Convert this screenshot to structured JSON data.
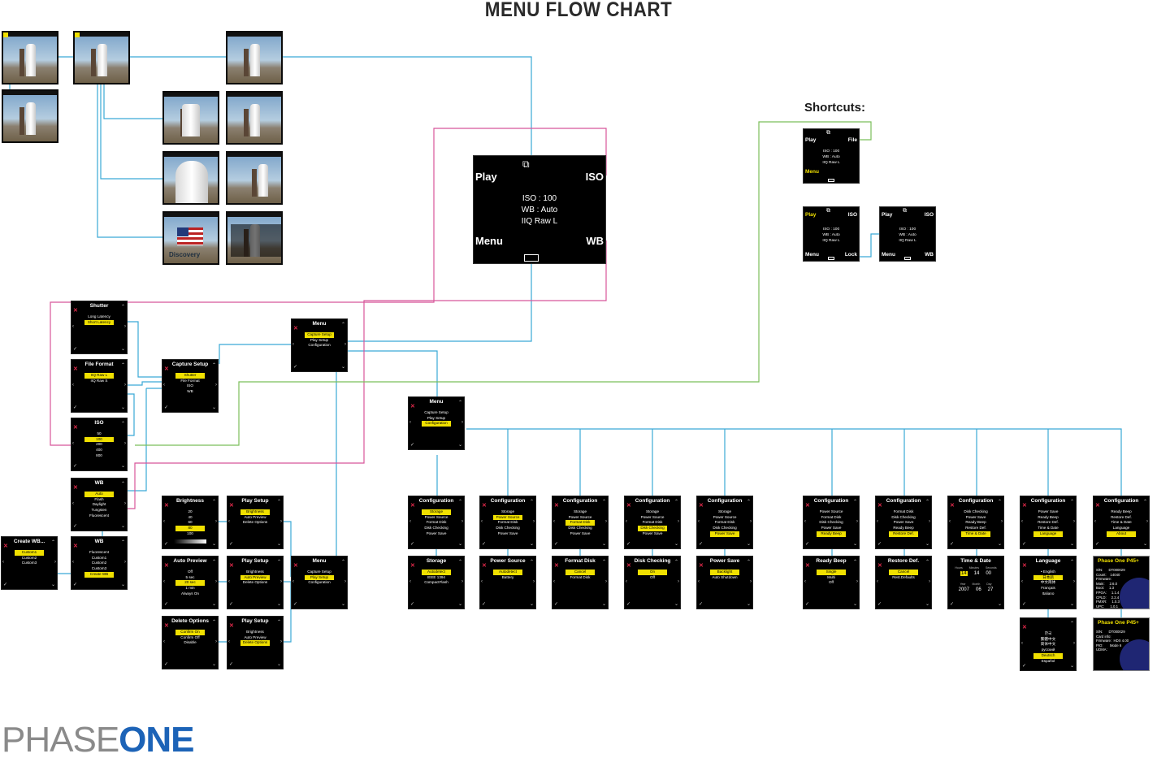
{
  "title": "MENU FLOW CHART",
  "shortcuts_title": "Shortcuts:",
  "logo": {
    "part1": "PHASE",
    "part2": "ONE"
  },
  "main_screen": {
    "top_left": "Play",
    "top_right": "ISO",
    "bottom_left": "Menu",
    "bottom_right": "WB",
    "lines": [
      "ISO : 100",
      "WB : Auto",
      "IIQ Raw L"
    ],
    "camera_icon": "camera-icon",
    "battery_icon": "battery-icon"
  },
  "shortcut_screens": [
    {
      "top_left": "Play",
      "top_right": "File",
      "bottom_left": "Menu",
      "bottom_right": "",
      "lines": [
        "ISO : 100",
        "WB : Auto",
        "IIQ Raw L"
      ]
    },
    {
      "top_left": "Play",
      "top_right": "ISO",
      "bottom_left": "Menu",
      "bottom_right": "Lock",
      "lines": [
        "ISO : 100",
        "WB : Auto",
        "IIQ Raw L"
      ]
    },
    {
      "top_left": "Play",
      "top_right": "ISO",
      "bottom_left": "Menu",
      "bottom_right": "WB",
      "lines": [
        "ISO : 100",
        "WB : Auto",
        "IIQ Raw L"
      ]
    }
  ],
  "photo_thumbnails": [
    "shuttle-photo",
    "shuttle-photo",
    "shuttle-photo",
    "shuttle-photo",
    "shuttle-photo",
    "shuttle-photo",
    "shuttle-photo",
    "shuttle-closeup-photo",
    "shuttle-photo",
    "flag-photo",
    "shuttle-info-photo"
  ],
  "photo_caption": "Discovery",
  "screens": [
    {
      "id": "shutter",
      "title": "Shutter",
      "items": [
        "Long Latency",
        "Short Latency"
      ],
      "hl": 1
    },
    {
      "id": "fileformat",
      "title": "File Format",
      "items": [
        "IIQ Raw L",
        "IIQ Raw S"
      ],
      "hl": 0
    },
    {
      "id": "iso",
      "title": "ISO",
      "items": [
        "50",
        "100",
        "200",
        "400",
        "800"
      ],
      "hl": 1
    },
    {
      "id": "wb",
      "title": "WB",
      "items": [
        "Auto",
        "Flash",
        "Daylight",
        "Tungsten",
        "Fluorescent"
      ],
      "hl": 0
    },
    {
      "id": "wb2",
      "title": "WB",
      "items": [
        "Fluorescent",
        "Custom1",
        "Custom2",
        "Custom3",
        "Create WB"
      ],
      "hl": 4
    },
    {
      "id": "createwb",
      "title": "Create WB...",
      "items": [
        "Custom1",
        "Custom2",
        "Custom3"
      ],
      "hl": 0
    },
    {
      "id": "capturesetup",
      "title": "Capture Setup",
      "items": [
        "Shutter",
        "File Format",
        "ISO",
        "WB"
      ],
      "hl": 0
    },
    {
      "id": "menu1",
      "title": "Menu",
      "items": [
        "Capture Setup",
        "Play Setup",
        "Configuration"
      ],
      "hl": 0
    },
    {
      "id": "menu2",
      "title": "Menu",
      "items": [
        "Capture Setup",
        "Play Setup",
        "Configuration"
      ],
      "hl": 2
    },
    {
      "id": "menu3",
      "title": "Menu",
      "items": [
        "Capture Setup",
        "Play Setup",
        "Configuration"
      ],
      "hl": 1
    },
    {
      "id": "brightness",
      "title": "Brightness",
      "items": [
        "20",
        "40",
        "60",
        "80",
        "100"
      ],
      "hl": 3
    },
    {
      "id": "autopreview",
      "title": "Auto Preview",
      "items": [
        "Off",
        "5 sec",
        "20 sec",
        "1 min",
        "Always On"
      ],
      "hl": 2
    },
    {
      "id": "deleteoptions",
      "title": "Delete Options",
      "items": [
        "Confirm On",
        "Confirm Off",
        "Disable"
      ],
      "hl": 0
    },
    {
      "id": "playsetup1",
      "title": "Play Setup",
      "items": [
        "Brightness",
        "Auto Preview",
        "Delete Options"
      ],
      "hl": 0
    },
    {
      "id": "playsetup2",
      "title": "Play Setup",
      "items": [
        "Brightness",
        "Auto Preview",
        "Delete Options"
      ],
      "hl": 1
    },
    {
      "id": "playsetup3",
      "title": "Play Setup",
      "items": [
        "Brightness",
        "Auto Preview",
        "Delete Options"
      ],
      "hl": 2
    },
    {
      "id": "cfg1",
      "title": "Configuration",
      "items": [
        "Storage",
        "Power Source",
        "Format Disk",
        "Disk Checking",
        "Power Save"
      ],
      "hl": 0
    },
    {
      "id": "cfg2",
      "title": "Configuration",
      "items": [
        "Storage",
        "Power Source",
        "Format Disk",
        "Disk Checking",
        "Power Save"
      ],
      "hl": 1
    },
    {
      "id": "cfg3",
      "title": "Configuration",
      "items": [
        "Storage",
        "Power Source",
        "Format Disk",
        "Disk Checking",
        "Power Save"
      ],
      "hl": 2
    },
    {
      "id": "cfg4",
      "title": "Configuration",
      "items": [
        "Storage",
        "Power Source",
        "Format Disk",
        "Disk Checking",
        "Power Save"
      ],
      "hl": 3
    },
    {
      "id": "cfg5",
      "title": "Configuration",
      "items": [
        "Storage",
        "Power Source",
        "Format Disk",
        "Disk Checking",
        "Power Save"
      ],
      "hl": 4
    },
    {
      "id": "cfg6",
      "title": "Configuration",
      "items": [
        "Power Source",
        "Format Disk",
        "Disk Checking",
        "Power Save",
        "Ready Beep"
      ],
      "hl": 4
    },
    {
      "id": "cfg7",
      "title": "Configuration",
      "items": [
        "Format Disk",
        "Disk Checking",
        "Power Save",
        "Ready Beep",
        "Restore Def."
      ],
      "hl": 4
    },
    {
      "id": "cfg8",
      "title": "Configuration",
      "items": [
        "Disk Checking",
        "Power Save",
        "Ready Beep",
        "Restore Def.",
        "Time & Date"
      ],
      "hl": 4
    },
    {
      "id": "cfg9",
      "title": "Configuration",
      "items": [
        "Power Save",
        "Ready Beep",
        "Restore Def.",
        "Time & Date",
        "Language"
      ],
      "hl": 4
    },
    {
      "id": "cfg10",
      "title": "Configuration",
      "items": [
        "Ready Beep",
        "Restore Def.",
        "Time & Date",
        "Language",
        "About"
      ],
      "hl": 4
    },
    {
      "id": "storage",
      "title": "Storage",
      "items": [
        "Autodetect",
        "IEEE 1394",
        "CompactFlash"
      ],
      "hl": 0
    },
    {
      "id": "powersource",
      "title": "Power Source",
      "items": [
        "Autodetect",
        "Battery"
      ],
      "hl": 0
    },
    {
      "id": "formatdisk",
      "title": "Format Disk",
      "items": [
        "Cancel",
        "Format Disk"
      ],
      "hl": 0
    },
    {
      "id": "diskchecking",
      "title": "Disk Checking",
      "items": [
        "On",
        "Off"
      ],
      "hl": 0
    },
    {
      "id": "powersave",
      "title": "Power Save",
      "items": [
        "Backlight",
        "Auto Shutdown"
      ],
      "hl": 0
    },
    {
      "id": "readybeep",
      "title": "Ready Beep",
      "items": [
        "Single",
        "Multi",
        "Off"
      ],
      "hl": 0
    },
    {
      "id": "restoredef",
      "title": "Restore Def.",
      "items": [
        "Cancel",
        "Rest.Defaults"
      ],
      "hl": 0
    },
    {
      "id": "language",
      "title": "Language",
      "items": [
        "• English",
        "日本語",
        "中文简体",
        "Français",
        "Italiano"
      ],
      "hl": 1
    },
    {
      "id": "language2",
      "title": "",
      "items": [
        "한국",
        "繁體中文",
        "简体中文",
        "русский",
        "Deutsch",
        "Español"
      ],
      "hl": 4
    }
  ],
  "time_date": {
    "title": "Time & Date",
    "time_labels": [
      "Hours",
      "Minutes",
      "Seconds"
    ],
    "time_values": [
      "14",
      "14",
      "00"
    ],
    "date_labels": [
      "Year",
      "Month",
      "Day"
    ],
    "date_values": [
      "2007",
      "06",
      "27"
    ]
  },
  "about": [
    {
      "title": "Phase One P45+",
      "lines": [
        "S/N:      DT000029",
        "Count:    14040",
        "Firmware:",
        "Main:     2.6.0",
        "Boot:     1.3",
        "FPGA:     1.1.4",
        "CPLD:     2.2.4",
        "FMXR:     1.0.3",
        "UPC:      1.0.1"
      ]
    },
    {
      "title": "Phase One P45+",
      "lines": [
        "S/N:      DT000029",
        "",
        "Card info:",
        "Firmware:  HDX 4.00",
        "PIO:       Mode 6",
        "UDMA:"
      ]
    }
  ],
  "colors": {
    "cyan": "#3aa9d6",
    "pink": "#d8569a",
    "green": "#7bbf5a",
    "highlight": "#f0e000",
    "close_x": "#e0294a",
    "logo_blue": "#1c63b7"
  }
}
